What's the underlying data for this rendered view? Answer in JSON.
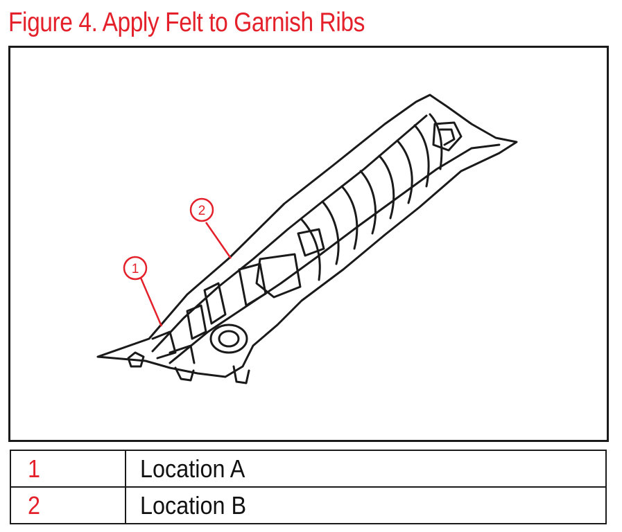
{
  "figure": {
    "title": "Figure 4. Apply Felt to Garnish Ribs",
    "accent_color": "#e4202a",
    "callouts": [
      {
        "number": "1",
        "label": "Location A"
      },
      {
        "number": "2",
        "label": "Location B"
      }
    ]
  }
}
